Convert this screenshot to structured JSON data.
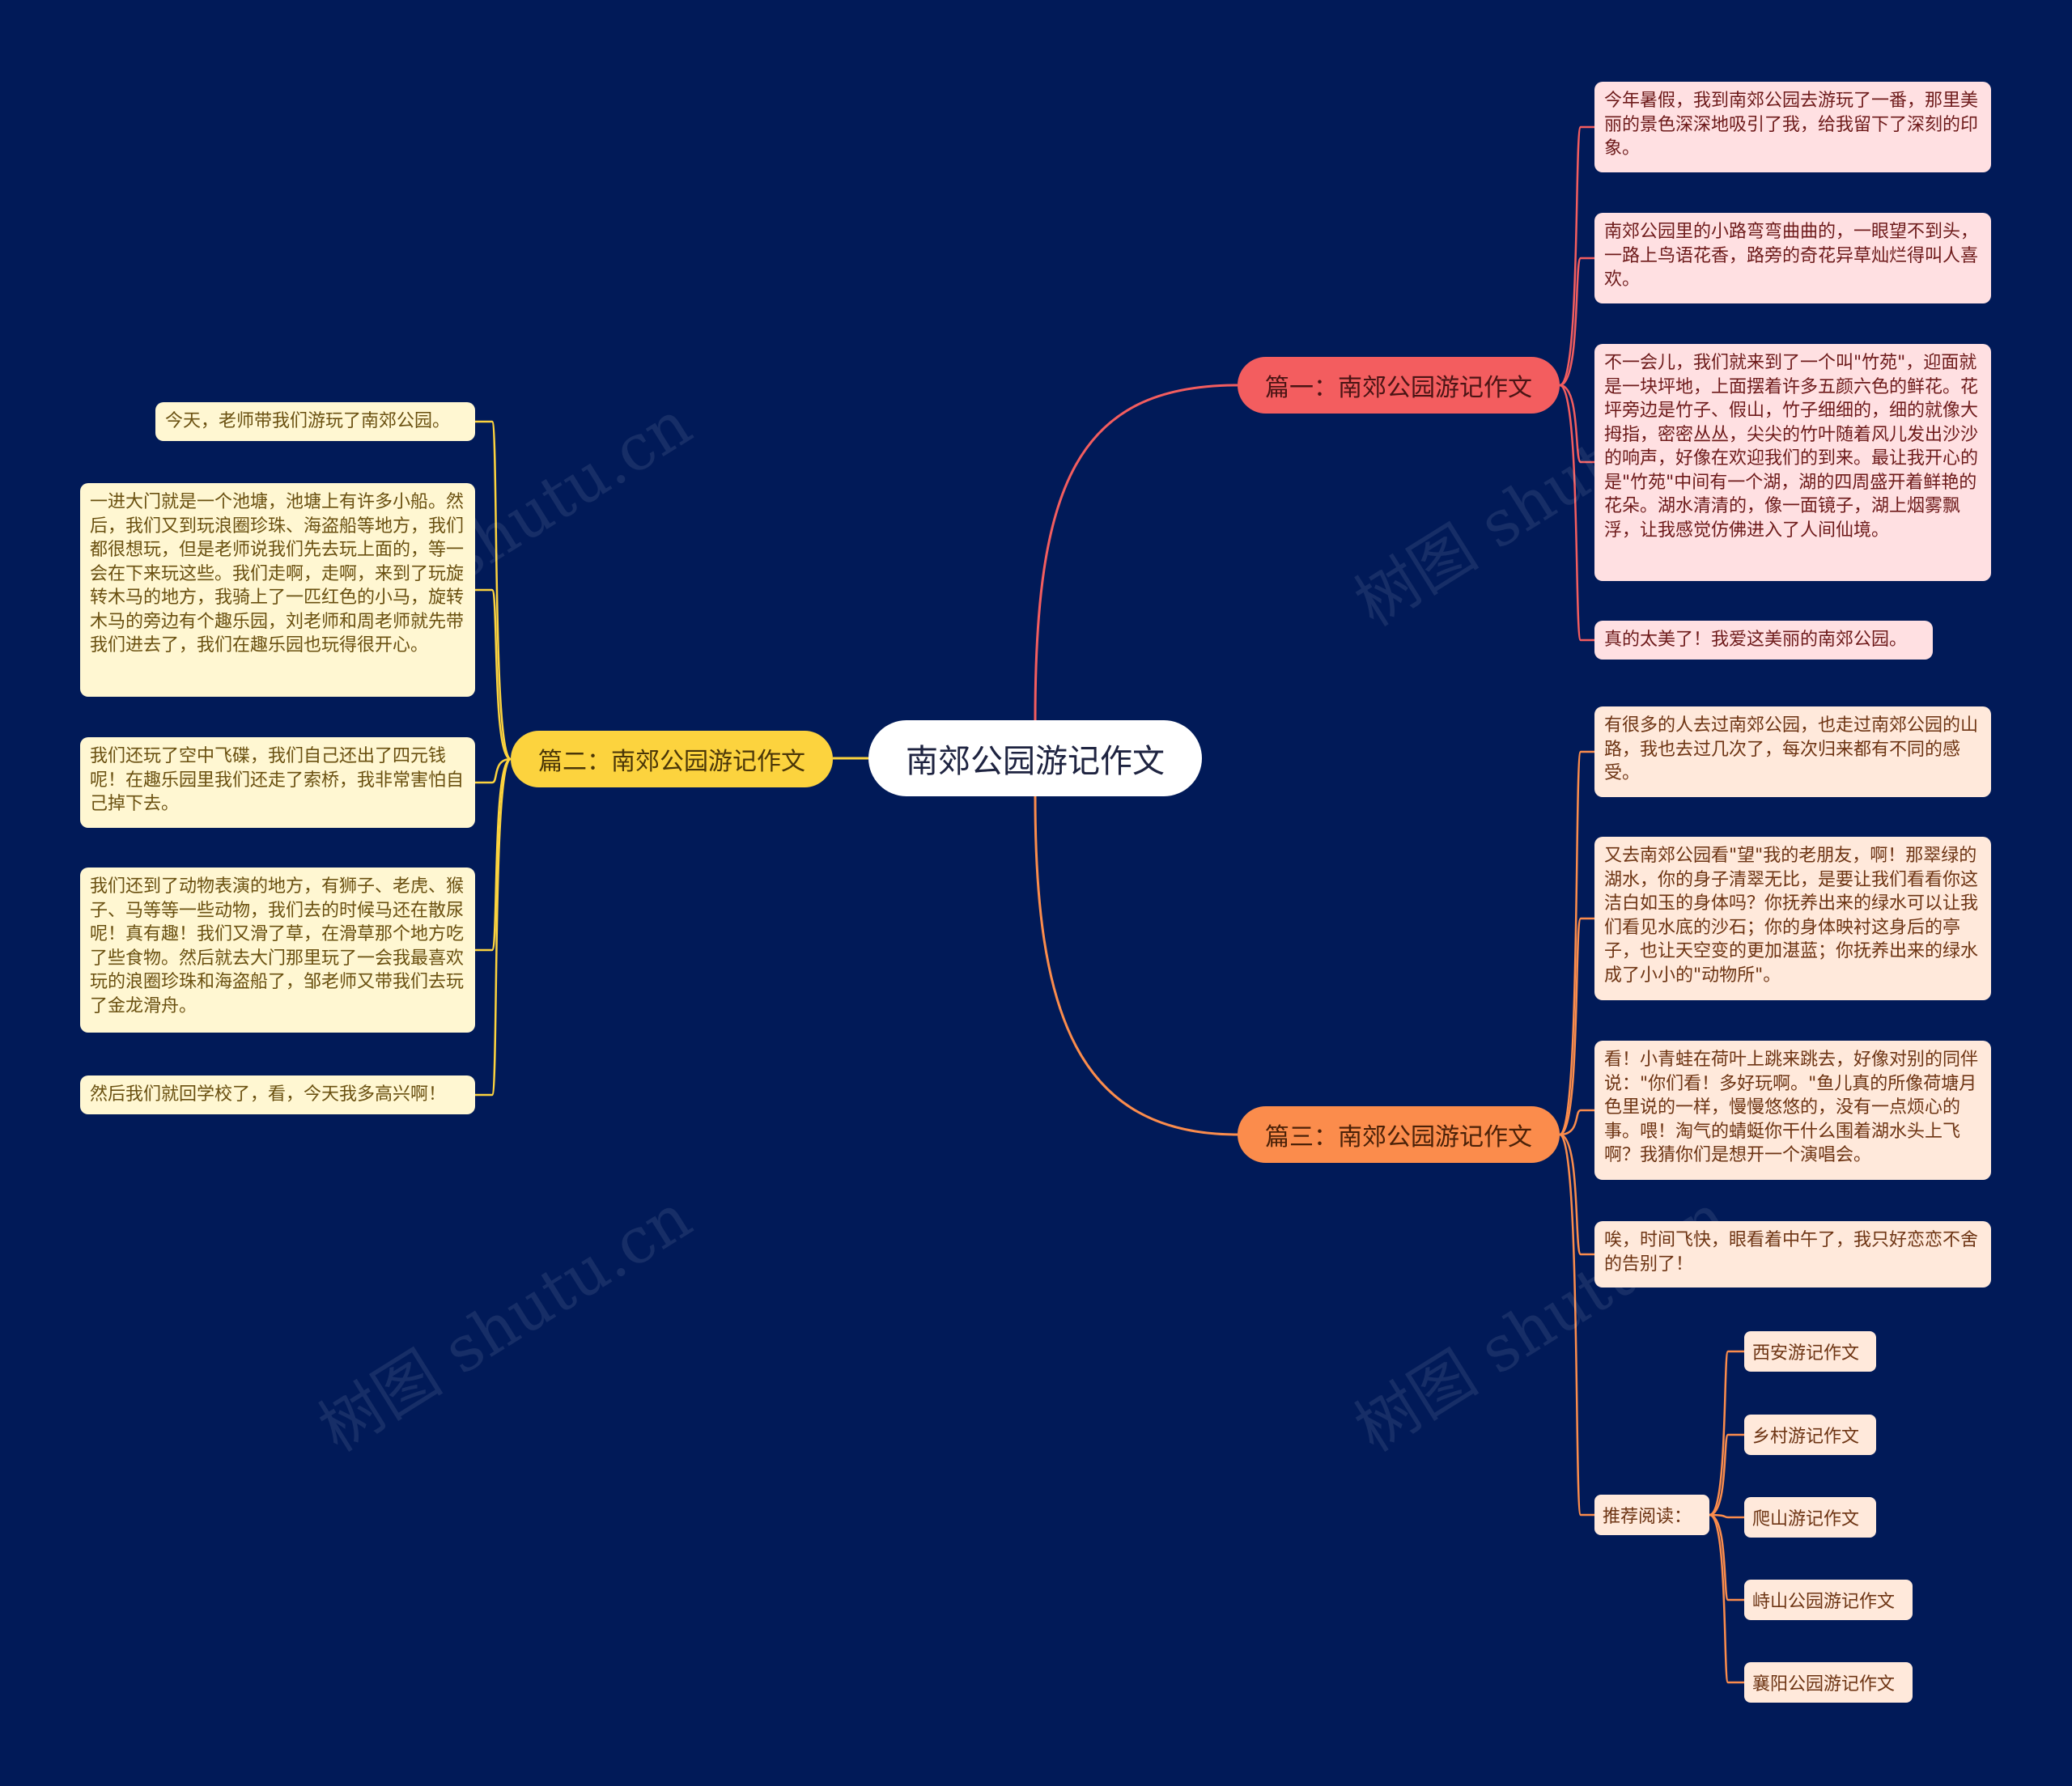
{
  "root": {
    "label": "南郊公园游记作文"
  },
  "branches": [
    {
      "label": "篇一：南郊公园游记作文",
      "color": "#f35d5f",
      "leaves": [
        "今年暑假，我到南郊公园去游玩了一番，那里美丽的景色深深地吸引了我，给我留下了深刻的印象。",
        "南郊公园里的小路弯弯曲曲的，一眼望不到头，一路上鸟语花香，路旁的奇花异草灿烂得叫人喜欢。",
        "不一会儿，我们就来到了一个叫\"竹苑\"，迎面就是一块坪地，上面摆着许多五颜六色的鲜花。花坪旁边是竹子、假山，竹子细细的，细的就像大拇指，密密丛丛，尖尖的竹叶随着风儿发出沙沙的响声，好像在欢迎我们的到来。最让我开心的是\"竹苑\"中间有一个湖，湖的四周盛开着鲜艳的花朵。湖水清清的，像一面镜子，湖上烟雾飘浮，让我感觉仿佛进入了人间仙境。",
        "真的太美了！我爱这美丽的南郊公园。"
      ]
    },
    {
      "label": "篇二：南郊公园游记作文",
      "color": "#fcd33e",
      "leaves": [
        "今天，老师带我们游玩了南郊公园。",
        "一进大门就是一个池塘，池塘上有许多小船。然后，我们又到玩浪圈珍珠、海盗船等地方，我们都很想玩，但是老师说我们先去玩上面的，等一会在下来玩这些。我们走啊，走啊，来到了玩旋转木马的地方，我骑上了一匹红色的小马，旋转木马的旁边有个趣乐园，刘老师和周老师就先带我们进去了，我们在趣乐园也玩得很开心。",
        "我们还玩了空中飞碟，我们自己还出了四元钱呢！在趣乐园里我们还走了索桥，我非常害怕自己掉下去。",
        "我们还到了动物表演的地方，有狮子、老虎、猴子、马等等一些动物，我们去的时候马还在散尿呢！真有趣！我们又滑了草，在滑草那个地方吃了些食物。然后就去大门那里玩了一会我最喜欢玩的浪圈珍珠和海盗船了，邹老师又带我们去玩了金龙滑舟。",
        "然后我们就回学校了，看，今天我多高兴啊！"
      ]
    },
    {
      "label": "篇三：南郊公园游记作文",
      "color": "#fb8c4c",
      "leaves": [
        "有很多的人去过南郊公园，也走过南郊公园的山路，我也去过几次了，每次归来都有不同的感受。",
        "又去南郊公园看\"望\"我的老朋友，啊！那翠绿的湖水，你的身子清翠无比，是要让我们看看你这洁白如玉的身体吗？你抚养出来的绿水可以让我们看见水底的沙石；你的身体映衬这身后的亭子，也让天空变的更加湛蓝；你抚养出来的绿水成了小小的\"动物所\"。",
        "看！小青蛙在荷叶上跳来跳去，好像对别的同伴说：\"你们看！多好玩啊。\"鱼儿真的所像荷塘月色里说的一样，慢慢悠悠的，没有一点烦心的事。喂！淘气的蜻蜓你干什么围着湖水头上飞啊？我猜你们是想开一个演唱会。",
        "唉，时间飞快，眼看着中午了，我只好恋恋不舍的告别了！"
      ],
      "recommend": {
        "label": "推荐阅读：",
        "items": [
          "西安游记作文",
          "乡村游记作文",
          "爬山游记作文",
          "峙山公园游记作文",
          "襄阳公园游记作文"
        ]
      }
    }
  ],
  "watermark": "树图 shutu.cn"
}
